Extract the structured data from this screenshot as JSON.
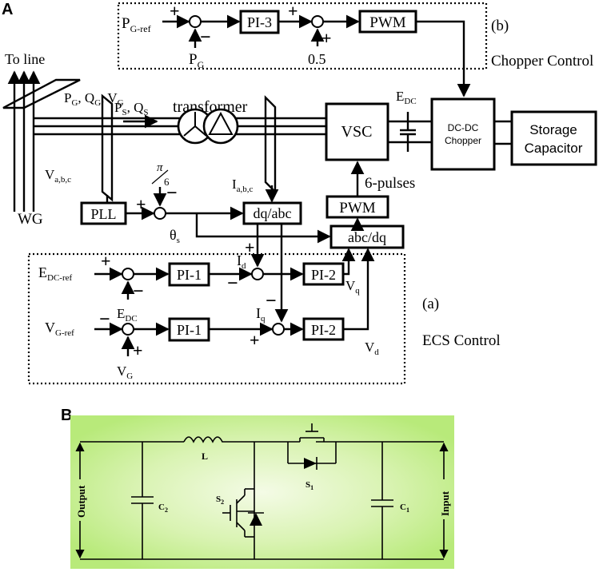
{
  "panel_a": {
    "label": "A",
    "section_b": "(b)",
    "section_a": "(a)",
    "chopper_control": "Chopper Control",
    "ecs_control": "ECS Control",
    "to_line": "To line",
    "wg": "WG",
    "transformer": "transformer",
    "pg_qg_vg": "P , Q , V",
    "ps_qs": "P , Q",
    "vabc": "V",
    "vabc_sub": "a,b,c",
    "iabc": "I",
    "iabc_sub": "a,b,c",
    "pi6_num": "π",
    "pi6_den": "6",
    "theta_s": "θ",
    "pg_ref": "P",
    "pg_ref_sub": "G-ref",
    "pg": "P",
    "pg_sub": "G",
    "half": "0.5",
    "edc_top": "E",
    "edc_top_sub": "DC",
    "edc_ref": "E",
    "edc_ref_sub": "DC-ref",
    "edc": "E",
    "edc_sub": "DC",
    "vg_ref": "V",
    "vg_ref_sub": "G-ref",
    "vg": "V",
    "vg_sub": "G",
    "id": "I",
    "id_sub": "d",
    "iq": "I",
    "iq_sub": "q",
    "vq": "V",
    "vq_sub": "q",
    "vd": "V",
    "vd_sub": "d",
    "six_pulses": "6-pulses",
    "blocks": {
      "pi3": "PI-3",
      "pwm_top": "PWM",
      "pll": "PLL",
      "dq_abc": "dq/abc",
      "abc_dq": "abc/dq",
      "pwm_mid": "PWM",
      "vsc": "VSC",
      "dcdc_line1": "DC-DC",
      "dcdc_line2": "Chopper",
      "storage_line1": "Storage",
      "storage_line2": "Capacitor",
      "pi1_top": "PI-1",
      "pi1_bot": "PI-1",
      "pi2_top": "PI-2",
      "pi2_bot": "PI-2"
    }
  },
  "panel_b": {
    "label": "B",
    "output": "Output",
    "input": "Input",
    "L": "L",
    "C2": "C",
    "C2_sub": "2",
    "C1": "C",
    "C1_sub": "1",
    "S2": "S",
    "S2_sub": "2",
    "S1": "S",
    "S1_sub": "1"
  },
  "colors": {
    "panel_b_background": "#b8ea7a",
    "panel_b_glow": "#f4fbe6"
  }
}
